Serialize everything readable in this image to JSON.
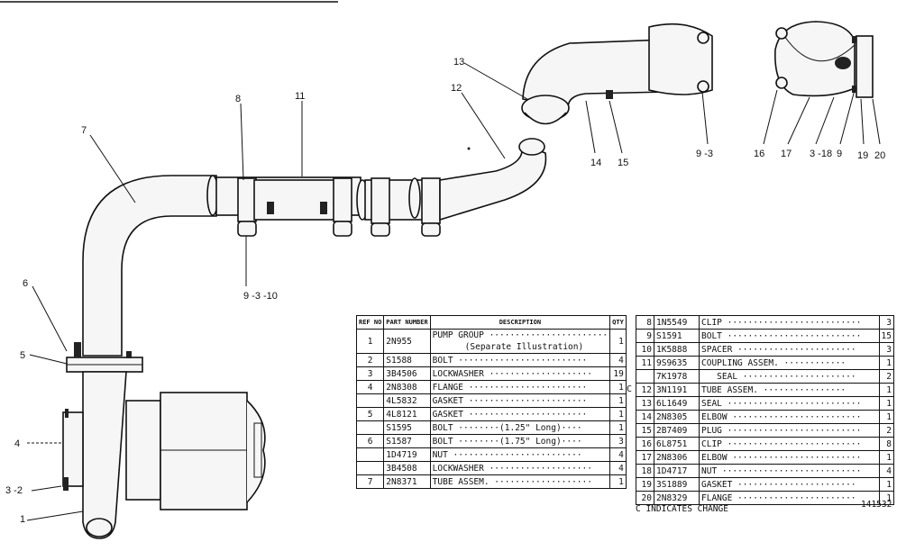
{
  "callouts": {
    "c1": "1",
    "c3_2": "3 -2",
    "c4": "4",
    "c5": "5",
    "c6": "6",
    "c7": "7",
    "c8": "8",
    "c9_3_10": "9 -3 -10",
    "c11": "11",
    "c12": "12",
    "c13": "13",
    "c14": "14",
    "c15": "15",
    "c9_3": "9 -3",
    "c16": "16",
    "c17": "17",
    "c3_18": "3 -18",
    "c9": "9",
    "c19": "19",
    "c20": "20"
  },
  "table_a": {
    "headers": {
      "ref": "REF NO",
      "part": "PART NUMBER",
      "desc": "DESCRIPTION",
      "qty": "QTY"
    },
    "rows": [
      {
        "ref": "1",
        "part": "2N955",
        "desc": "PUMP GROUP",
        "desc2": "(Separate Illustration)",
        "qty": "1"
      },
      {
        "ref": "2",
        "part": "S1588",
        "desc": "BOLT",
        "qty": "4"
      },
      {
        "ref": "3",
        "part": "3B4506",
        "desc": "LOCKWASHER",
        "qty": "19"
      },
      {
        "ref": "4",
        "part": "2N8308",
        "desc": "FLANGE",
        "qty": "1"
      },
      {
        "ref": "",
        "part": "4L5832",
        "desc": "GASKET",
        "qty": "1"
      },
      {
        "ref": "5",
        "part": "4L8121",
        "desc": "GASKET",
        "qty": "1"
      },
      {
        "ref": "",
        "part": "S1595",
        "desc": "BOLT",
        "note": "(1.25\" Long)",
        "qty": "1"
      },
      {
        "ref": "6",
        "part": "S1587",
        "desc": "BOLT",
        "note": "(1.75\" Long)",
        "qty": "3"
      },
      {
        "ref": "",
        "part": "1D4719",
        "desc": "NUT",
        "qty": "4"
      },
      {
        "ref": "",
        "part": "3B4508",
        "desc": "LOCKWASHER",
        "qty": "4"
      },
      {
        "ref": "7",
        "part": "2N8371",
        "desc": "TUBE ASSEM.",
        "qty": "1"
      }
    ]
  },
  "table_b": {
    "rows": [
      {
        "ref": "8",
        "part": "1N5549",
        "desc": "CLIP",
        "qty": "3",
        "c": ""
      },
      {
        "ref": "9",
        "part": "S1591",
        "desc": "BOLT",
        "qty": "15",
        "c": ""
      },
      {
        "ref": "10",
        "part": "1K5888",
        "desc": "SPACER",
        "qty": "3",
        "c": ""
      },
      {
        "ref": "11",
        "part": "9S9635",
        "desc": "COUPLING ASSEM.",
        "qty": "1",
        "c": ""
      },
      {
        "ref": "",
        "part": "7K1978",
        "desc": "SEAL",
        "qty": "2",
        "c": ""
      },
      {
        "ref": "12",
        "part": "3N1191",
        "desc": "TUBE ASSEM.",
        "qty": "1",
        "c": "C"
      },
      {
        "ref": "13",
        "part": "6L1649",
        "desc": "SEAL",
        "qty": "1",
        "c": ""
      },
      {
        "ref": "14",
        "part": "2N8305",
        "desc": "ELBOW",
        "qty": "1",
        "c": ""
      },
      {
        "ref": "15",
        "part": "2B7409",
        "desc": "PLUG",
        "qty": "2",
        "c": ""
      },
      {
        "ref": "16",
        "part": "6L8751",
        "desc": "CLIP",
        "qty": "8",
        "c": ""
      },
      {
        "ref": "17",
        "part": "2N8306",
        "desc": "ELBOW",
        "qty": "1",
        "c": ""
      },
      {
        "ref": "18",
        "part": "1D4717",
        "desc": "NUT",
        "qty": "4",
        "c": ""
      },
      {
        "ref": "19",
        "part": "3S1889",
        "desc": "GASKET",
        "qty": "1",
        "c": ""
      },
      {
        "ref": "20",
        "part": "2N8329",
        "desc": "FLANGE",
        "qty": "1",
        "c": ""
      }
    ]
  },
  "footer": {
    "change_note": "C INDICATES CHANGE",
    "drawing_number": "141532"
  }
}
